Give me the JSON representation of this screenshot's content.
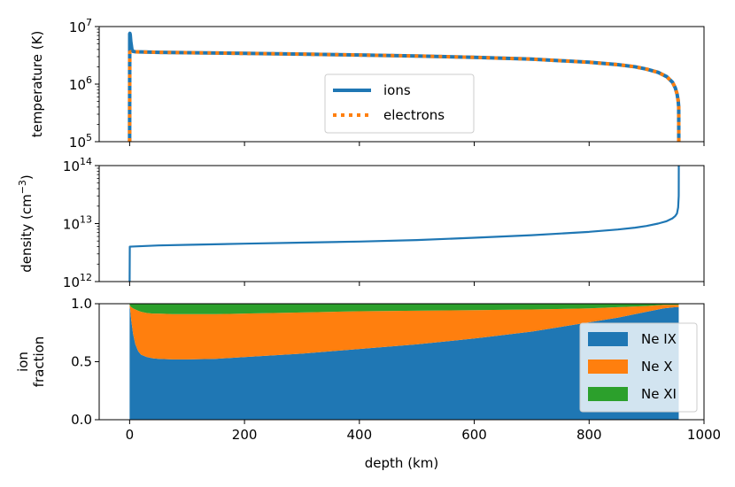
{
  "chart_data": [
    {
      "type": "line",
      "ylabel": "temperature (K)",
      "xlim": [
        -53,
        1000
      ],
      "ylim": [
        100000,
        10000000
      ],
      "yscale": "log",
      "yticks": [
        {
          "value": 100000,
          "base": "10",
          "exp": "5"
        },
        {
          "value": 1000000,
          "base": "10",
          "exp": "6"
        },
        {
          "value": 10000000,
          "base": "10",
          "exp": "7"
        }
      ],
      "legend": {
        "placement": "center"
      },
      "series": [
        {
          "name": "ions",
          "color": "#1f77b4",
          "style": "solid",
          "x": [
            0,
            0.2,
            0.5,
            1,
            2,
            4,
            6,
            10,
            20,
            50,
            100,
            200,
            300,
            400,
            500,
            600,
            700,
            800,
            850,
            880,
            900,
            920,
            935,
            945,
            950,
            953,
            955,
            956,
            956.1
          ],
          "y": [
            100000,
            7500000,
            7600000,
            7200000,
            5500000,
            4000000,
            3700000,
            3650000,
            3620000,
            3570000,
            3520000,
            3420000,
            3320000,
            3200000,
            3080000,
            2920000,
            2720000,
            2400000,
            2180000,
            2000000,
            1820000,
            1600000,
            1350000,
            1080000,
            860000,
            680000,
            520000,
            400000,
            100000
          ]
        },
        {
          "name": "electrons",
          "color": "#ff7f0e",
          "style": "dotted",
          "x": [
            0,
            0.3,
            2,
            6,
            10,
            20,
            50,
            100,
            200,
            300,
            400,
            500,
            600,
            700,
            800,
            850,
            880,
            900,
            920,
            935,
            945,
            950,
            953,
            955,
            956,
            956.1
          ],
          "y": [
            100000,
            3600000,
            3650000,
            3650000,
            3650000,
            3620000,
            3570000,
            3520000,
            3420000,
            3320000,
            3200000,
            3080000,
            2920000,
            2720000,
            2400000,
            2180000,
            2000000,
            1820000,
            1600000,
            1350000,
            1080000,
            860000,
            680000,
            520000,
            400000,
            100000
          ]
        }
      ]
    },
    {
      "type": "line",
      "ylabel": "density (cm",
      "ylabel_sup": "−3",
      "ylabel_end": ")",
      "xlim": [
        -53,
        1000
      ],
      "ylim": [
        1000000000000,
        100000000000000
      ],
      "yscale": "log",
      "yticks": [
        {
          "value": 1000000000000,
          "base": "10",
          "exp": "12"
        },
        {
          "value": 10000000000000,
          "base": "10",
          "exp": "13"
        },
        {
          "value": 100000000000000,
          "base": "10",
          "exp": "14"
        }
      ],
      "series": [
        {
          "color": "#1f77b4",
          "style": "solid",
          "x": [
            0,
            0.3,
            50,
            100,
            200,
            300,
            400,
            500,
            600,
            700,
            800,
            850,
            880,
            900,
            920,
            935,
            945,
            950,
            953,
            955,
            956,
            956.1
          ],
          "y": [
            1000000000000,
            4000000000000,
            4200000000000,
            4300000000000,
            4500000000000,
            4700000000000,
            4900000000000,
            5200000000000,
            5700000000000,
            6300000000000,
            7200000000000,
            7900000000000,
            8500000000000,
            9100000000000,
            10000000000000,
            11000000000000,
            12300000000000,
            13500000000000,
            15000000000000,
            19000000000000,
            30000000000000,
            100000000000000
          ]
        }
      ]
    },
    {
      "type": "area",
      "stacked": true,
      "ylabel": "ion",
      "ylabel2": "fraction",
      "xlabel": "depth (km)",
      "xlim": [
        -53,
        1000
      ],
      "ylim": [
        0,
        1
      ],
      "xticks": [
        "0",
        "200",
        "400",
        "600",
        "800",
        "1000"
      ],
      "yticks": [
        "0.0",
        "0.5",
        "1.0"
      ],
      "legend": {
        "placement": "lower-right"
      },
      "x": [
        0,
        1,
        3,
        6,
        10,
        15,
        20,
        30,
        40,
        50,
        75,
        100,
        150,
        200,
        300,
        400,
        500,
        600,
        700,
        800,
        850,
        900,
        930,
        950,
        955,
        956
      ],
      "series": [
        {
          "name": "Ne IX",
          "color": "#1f77b4",
          "values": [
            0.98,
            0.95,
            0.85,
            0.74,
            0.65,
            0.59,
            0.56,
            0.54,
            0.53,
            0.525,
            0.52,
            0.52,
            0.525,
            0.54,
            0.57,
            0.61,
            0.65,
            0.7,
            0.76,
            0.84,
            0.88,
            0.93,
            0.96,
            0.97,
            0.97,
            0.97
          ]
        },
        {
          "name": "Ne X",
          "color": "#ff7f0e",
          "values": [
            0.01,
            0.03,
            0.12,
            0.22,
            0.3,
            0.35,
            0.37,
            0.38,
            0.385,
            0.39,
            0.39,
            0.39,
            0.385,
            0.375,
            0.355,
            0.325,
            0.29,
            0.245,
            0.19,
            0.12,
            0.09,
            0.05,
            0.03,
            0.02,
            0.02,
            0.02
          ]
        },
        {
          "name": "Ne XI",
          "color": "#2ca02c",
          "values": [
            0.01,
            0.02,
            0.03,
            0.04,
            0.05,
            0.06,
            0.07,
            0.08,
            0.085,
            0.085,
            0.09,
            0.09,
            0.09,
            0.085,
            0.075,
            0.065,
            0.06,
            0.055,
            0.05,
            0.04,
            0.03,
            0.02,
            0.01,
            0.01,
            0.01,
            0.01
          ]
        }
      ]
    }
  ]
}
